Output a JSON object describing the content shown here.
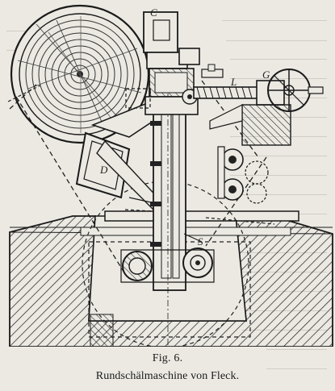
{
  "figure": {
    "number_label": "Fig. 6.",
    "caption": "Rundschälmaschine von Fleck.",
    "drawing_letters": {
      "wheel": "C",
      "frame": "D",
      "motor_top": "G",
      "lever": "L",
      "pivot": "S"
    }
  },
  "colors": {
    "paper": "#ebe9e2",
    "ink": "#1b1b1b"
  },
  "icons": [
    "technical-drawing-icon"
  ]
}
